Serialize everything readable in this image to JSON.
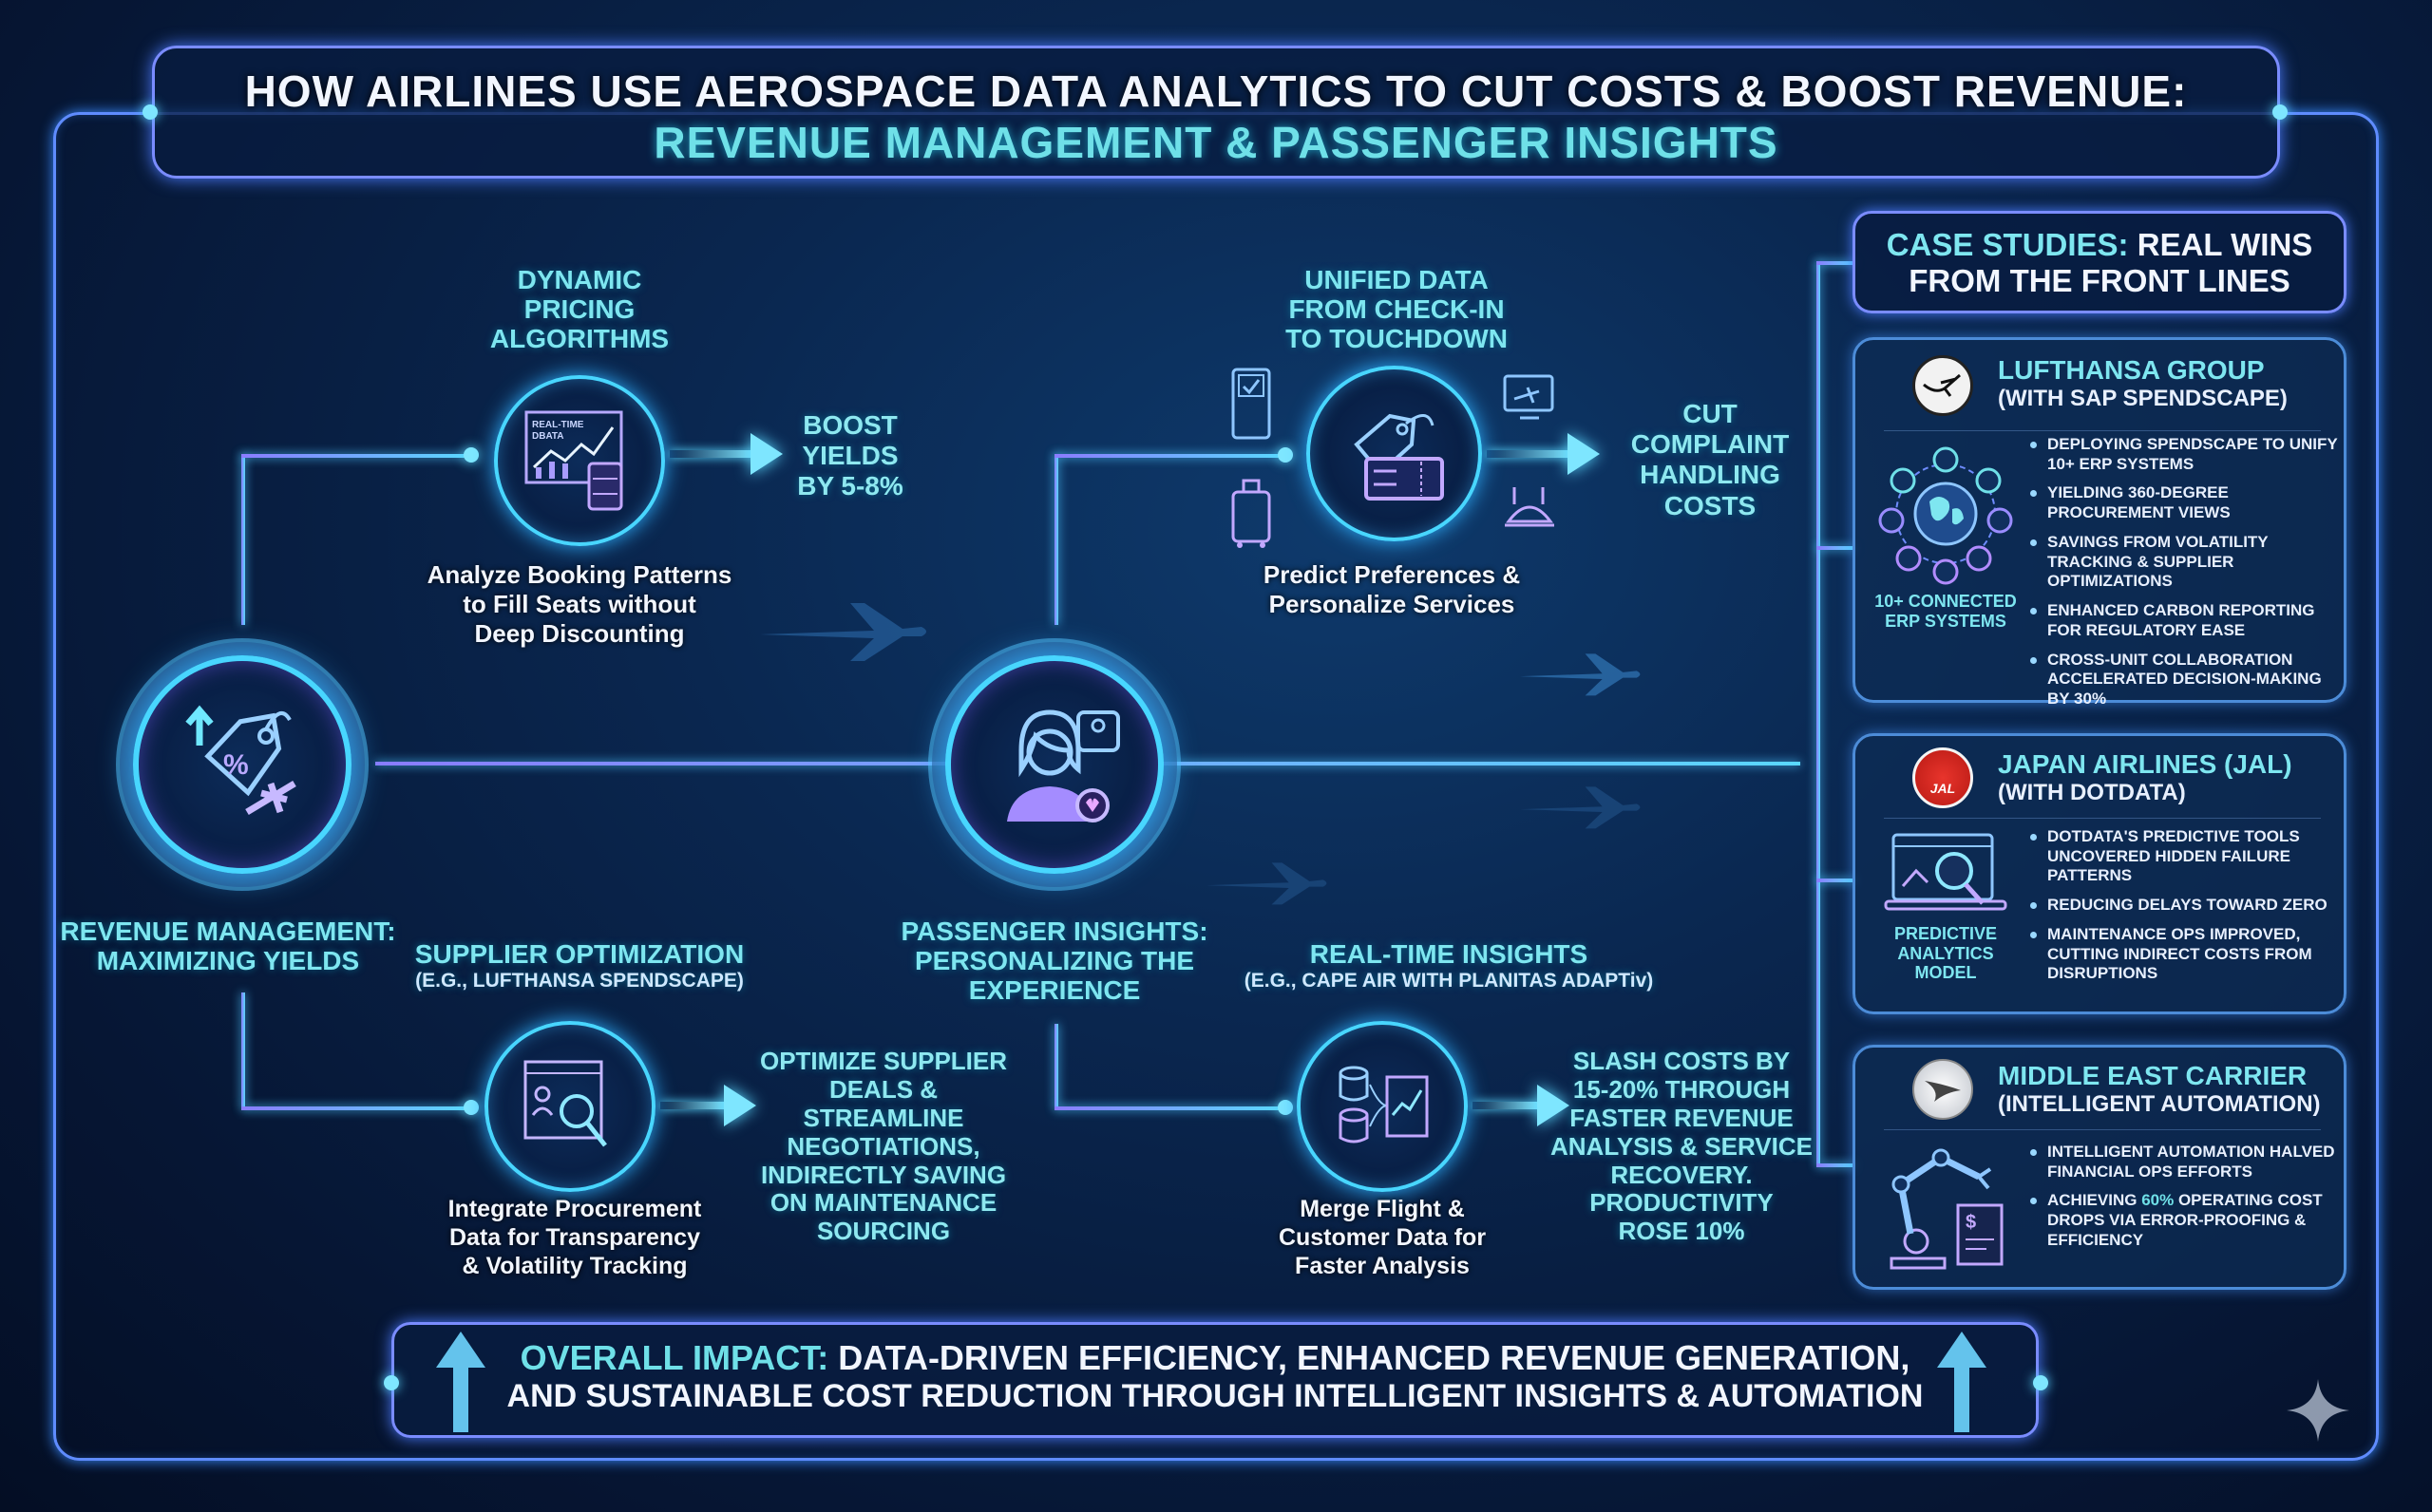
{
  "title": {
    "line1": "HOW AIRLINES USE AEROSPACE DATA ANALYTICS TO CUT COSTS & BOOST REVENUE:",
    "line2": "REVENUE MANAGEMENT & PASSENGER INSIGHTS"
  },
  "revenue_management": {
    "label_line1": "REVENUE MANAGEMENT:",
    "label_line2": "MAXIMIZING YIELDS",
    "icon": "price-tag-plane-icon",
    "dynamic_pricing": {
      "heading": [
        "DYNAMIC",
        "PRICING",
        "ALGORITHMS"
      ],
      "icon": "real-time-data-chart-icon",
      "icon_text_1": "REAL-TIME",
      "icon_text_2": "DBATA",
      "description": [
        "Analyze Booking Patterns",
        "to Fill Seats without",
        "Deep Discounting"
      ],
      "result": [
        "BOOST",
        "YIELDS",
        "BY 5-8%"
      ]
    },
    "supplier_optimization": {
      "heading": "SUPPLIER OPTIMIZATION",
      "subheading": "(E.G., LUFTHANSA SPENDSCAPE)",
      "icon": "procurement-search-icon",
      "description": [
        "Integrate Procurement",
        "Data for Transparency",
        "& Volatility Tracking"
      ],
      "result": [
        "OPTIMIZE SUPPLIER",
        "DEALS &",
        "STREAMLINE",
        "NEGOTIATIONS,",
        "INDIRECTLY SAVING",
        "ON MAINTENANCE",
        "SOURCING"
      ]
    }
  },
  "passenger_insights": {
    "label_line1": "PASSENGER INSIGHTS:",
    "label_line2": "PERSONALIZING THE",
    "label_line3": "EXPERIENCE",
    "icon": "passenger-profile-icon",
    "unified_data": {
      "heading": [
        "UNIFIED DATA",
        "FROM CHECK-IN",
        "TO TOUCHDOWN"
      ],
      "icon": "luggage-tag-boarding-pass-icon",
      "side_icons": [
        "check-in-kiosk-icon",
        "luggage-icon",
        "in-flight-entertainment-icon",
        "meal-service-icon"
      ],
      "description": [
        "Predict Preferences &",
        "Personalize Services"
      ],
      "result": [
        "CUT",
        "COMPLAINT",
        "HANDLING",
        "COSTS"
      ]
    },
    "real_time_insights": {
      "heading": "REAL-TIME INSIGHTS",
      "subheading": "(E.G., CAPE AIR WITH PLANITAS ADAPTiv)",
      "icon": "database-merge-chart-icon",
      "description": [
        "Merge Flight &",
        "Customer Data for",
        "Faster Analysis"
      ],
      "result": [
        "SLASH COSTS BY",
        "15-20% THROUGH",
        "FASTER REVENUE",
        "ANALYSIS & SERVICE",
        "RECOVERY.",
        "PRODUCTIVITY",
        "ROSE 10%"
      ]
    }
  },
  "case_studies": {
    "header_part1": "CASE STUDIES:",
    "header_part2": "REAL WINS",
    "header_line2": "FROM THE FRONT LINES",
    "cards": [
      {
        "name": "LUFTHANSA GROUP",
        "subtitle": "(WITH SAP SPENDSCAPE)",
        "logo": "lufthansa-crane-logo",
        "visual_icon": "connected-erp-globe-icon",
        "visual_caption": [
          "10+ CONNECTED",
          "ERP SYSTEMS"
        ],
        "bullets": [
          "DEPLOYING SPENDSCAPE TO UNIFY 10+ ERP SYSTEMS",
          "YIELDING 360-DEGREE PROCUREMENT VIEWS",
          "SAVINGS FROM VOLATILITY TRACKING & SUPPLIER OPTIMIZATIONS",
          "ENHANCED CARBON REPORTING FOR REGULATORY EASE",
          "CROSS-UNIT COLLABORATION ACCELERATED DECISION-MAKING BY 30%"
        ]
      },
      {
        "name": "JAPAN AIRLINES (JAL)",
        "subtitle": "(WITH DOTDATA)",
        "logo": "jal-crane-logo",
        "logo_text": "JAL",
        "visual_icon": "predictive-analytics-laptop-icon",
        "visual_caption": [
          "PREDICTIVE",
          "ANALYTICS",
          "MODEL"
        ],
        "bullets": [
          "DOTDATA'S PREDICTIVE TOOLS UNCOVERED HIDDEN FAILURE PATTERNS",
          "REDUCING DELAYS TOWARD ZERO",
          "MAINTENANCE OPS IMPROVED, CUTTING INDIRECT COSTS FROM DISRUPTIONS"
        ]
      },
      {
        "name": "MIDDLE EAST CARRIER",
        "subtitle": "(INTELLIGENT AUTOMATION)",
        "logo": "airline-swoosh-logo",
        "visual_icon": "robotic-arm-invoice-icon",
        "bullets": [
          "INTELLIGENT AUTOMATION HALVED FINANCIAL OPS EFFORTS"
        ],
        "bullet_2_prefix": "ACHIEVING ",
        "bullet_2_highlight": "60%",
        "bullet_2_suffix": " OPERATING COST DROPS VIA ERROR-PROOFING & EFFICIENCY"
      }
    ]
  },
  "overall_impact": {
    "label": "OVERALL IMPACT:",
    "text_line1": " DATA-DRIVEN EFFICIENCY, ENHANCED REVENUE GENERATION,",
    "text_line2": "AND SUSTAINABLE COST REDUCTION THROUGH INTELLIGENT INSIGHTS & AUTOMATION"
  },
  "colors": {
    "background": "#071634",
    "accent_cyan": "#7ee6f0",
    "accent_violet": "#8a7cff",
    "glow_blue": "#48d6ff",
    "highlight": "#6fe0e8",
    "jal_red": "#d7261f"
  }
}
